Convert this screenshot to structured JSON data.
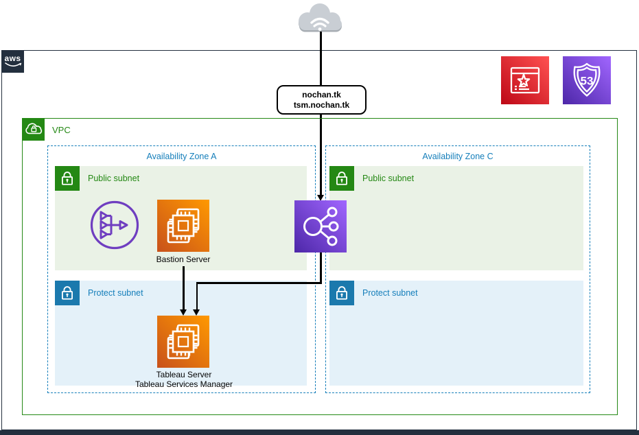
{
  "frame": {
    "aws_logo_text": "aws"
  },
  "internet": {
    "domain_line1": "nochan.tk",
    "domain_line2": "tsm.nochan.tk"
  },
  "header_icons": {
    "browser_star_icon": "browser-star-icon",
    "route53_icon": "route53-shield-icon",
    "route53_number": "53"
  },
  "vpc": {
    "label": "VPC",
    "icon": "cloud-lock-icon"
  },
  "zones": [
    {
      "title": "Availability Zone A",
      "public_subnet": "Public subnet",
      "protect_subnet": "Protect subnet"
    },
    {
      "title": "Availability Zone C",
      "public_subnet": "Public subnet",
      "protect_subnet": "Protect subnet"
    }
  ],
  "nodes": {
    "internet_gateway_icon": "internet-gateway-icon",
    "bastion_label": "Bastion Server",
    "load_balancer_icon": "elastic-load-balancer-icon",
    "tableau_label_line1": "Tableau Server",
    "tableau_label_line2": "Tableau Services Manager"
  },
  "colors": {
    "aws_navy": "#232F3E",
    "vpc_green": "#248814",
    "az_blue": "#147EBA",
    "public_subnet_bg": "#EAF2E6",
    "protect_subnet_bg": "#E4F1F9",
    "ec2_gradient": [
      "#C8511B",
      "#FF9900"
    ],
    "purple_gradient": [
      "#4D27A8",
      "#A166FF"
    ],
    "red_gradient": [
      "#BD0816",
      "#FF5252"
    ],
    "internet_gateway_purple": "#6F3EC0",
    "cloud_gray": "#C9CED4",
    "connector_black": "#000000"
  }
}
